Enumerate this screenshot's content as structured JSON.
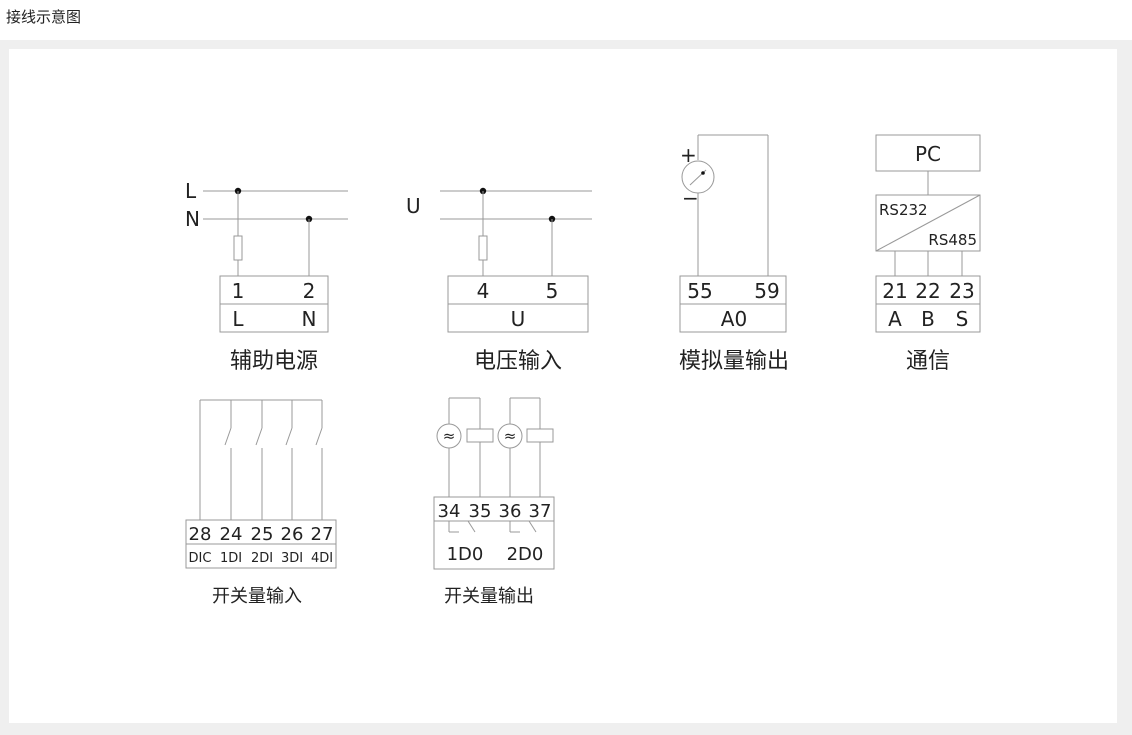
{
  "page": {
    "title": "接线示意图"
  },
  "aux_power": {
    "line_labels": [
      "L",
      "N"
    ],
    "terminals": [
      "1",
      "2"
    ],
    "terminal_names": [
      "L",
      "N"
    ],
    "caption": "辅助电源"
  },
  "voltage_input": {
    "line_label": "U",
    "terminals": [
      "4",
      "5"
    ],
    "terminal_name": "U",
    "caption": "电压输入"
  },
  "analog_output": {
    "plus": "+",
    "minus": "−",
    "terminals": [
      "55",
      "59"
    ],
    "terminal_name": "A0",
    "caption": "模拟量输出"
  },
  "communication": {
    "pc": "PC",
    "converter_top": "RS232",
    "converter_bottom": "RS485",
    "terminals": [
      "21",
      "22",
      "23"
    ],
    "terminal_names": [
      "A",
      "B",
      "S"
    ],
    "caption": "通信"
  },
  "switch_input": {
    "terminals": [
      "28",
      "24",
      "25",
      "26",
      "27"
    ],
    "terminal_names": [
      "DIC",
      "1DI",
      "2DI",
      "3DI",
      "4DI"
    ],
    "caption": "开关量输入"
  },
  "switch_output": {
    "source_symbol": "≈",
    "terminals": [
      "34",
      "35",
      "36",
      "37"
    ],
    "terminal_names": [
      "1D0",
      "2D0"
    ],
    "caption": "开关量输出"
  }
}
